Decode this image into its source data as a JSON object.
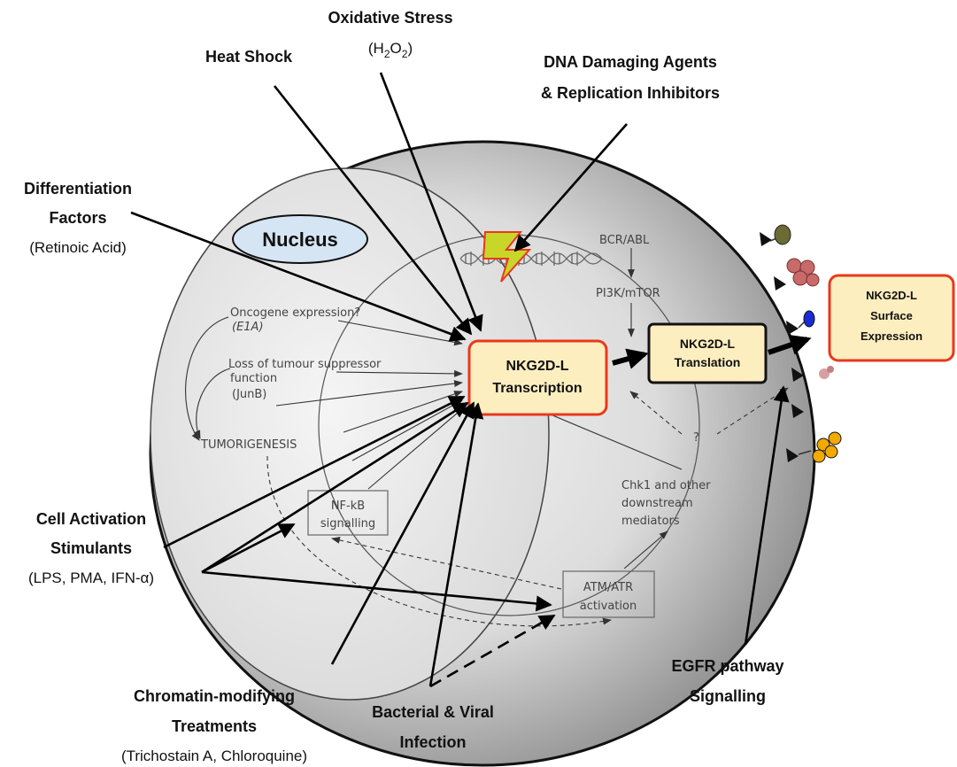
{
  "nucleus_label": "Nucleus",
  "stimuli": {
    "oxidative_stress": {
      "title": "Oxidative Stress",
      "sub_prefix": "(H",
      "sub_2a": "2",
      "sub_o": "O",
      "sub_2b": "2",
      "sub_suffix": ")"
    },
    "heat_shock": {
      "title": "Heat Shock"
    },
    "dna_damaging": {
      "line1": "DNA Damaging Agents",
      "line2": "& Replication Inhibitors"
    },
    "differentiation": {
      "line1": "Differentiation",
      "line2": "Factors",
      "sub": "(Retinoic Acid)"
    },
    "cell_activation": {
      "line1": "Cell Activation",
      "line2": "Stimulants",
      "sub": "(LPS, PMA, IFN-α)"
    },
    "chromatin": {
      "line1": "Chromatin-modifying",
      "line2": "Treatments",
      "sub": "(Trichostain A, Chloroquine)"
    },
    "bacterial": {
      "line1": "Bacterial & Viral",
      "line2": "Infection"
    },
    "egfr": {
      "line1": "EGFR pathway",
      "line2": "Signalling"
    }
  },
  "boxes": {
    "transcription": {
      "line1": "NKG2D-L",
      "line2": "Transcription"
    },
    "translation": {
      "line1": "NKG2D-L",
      "line2": "Translation"
    },
    "surface": {
      "line1": "NKG2D-L",
      "line2": "Surface",
      "line3": "Expression"
    }
  },
  "inner_labels": {
    "bcr_abl": "BCR/ABL",
    "pi3k": "PI3K/mTOR",
    "oncogene_1": "Oncogene expression?",
    "oncogene_2": "(E1A)",
    "tumour_1": "Loss of tumour suppressor",
    "tumour_2": "function",
    "tumour_3": "(JunB)",
    "tumorigenesis": "TUMORIGENESIS",
    "nfkb_1": "NF-kB",
    "nfkb_2": "signalling",
    "atm_1": "ATM/ATR",
    "atm_2": "activation",
    "chk1_1": "Chk1 and other",
    "chk1_2": "downstream",
    "chk1_3": "mediators",
    "question": "?"
  },
  "colors": {
    "highlight_border": "#e8391d",
    "box_fill": "#fdeec0",
    "nucleus_text": "#e0141b",
    "nucleus_fill": "#d5e5f3",
    "translation_text": "#1a2bd6",
    "lightning": "#c8d629"
  }
}
